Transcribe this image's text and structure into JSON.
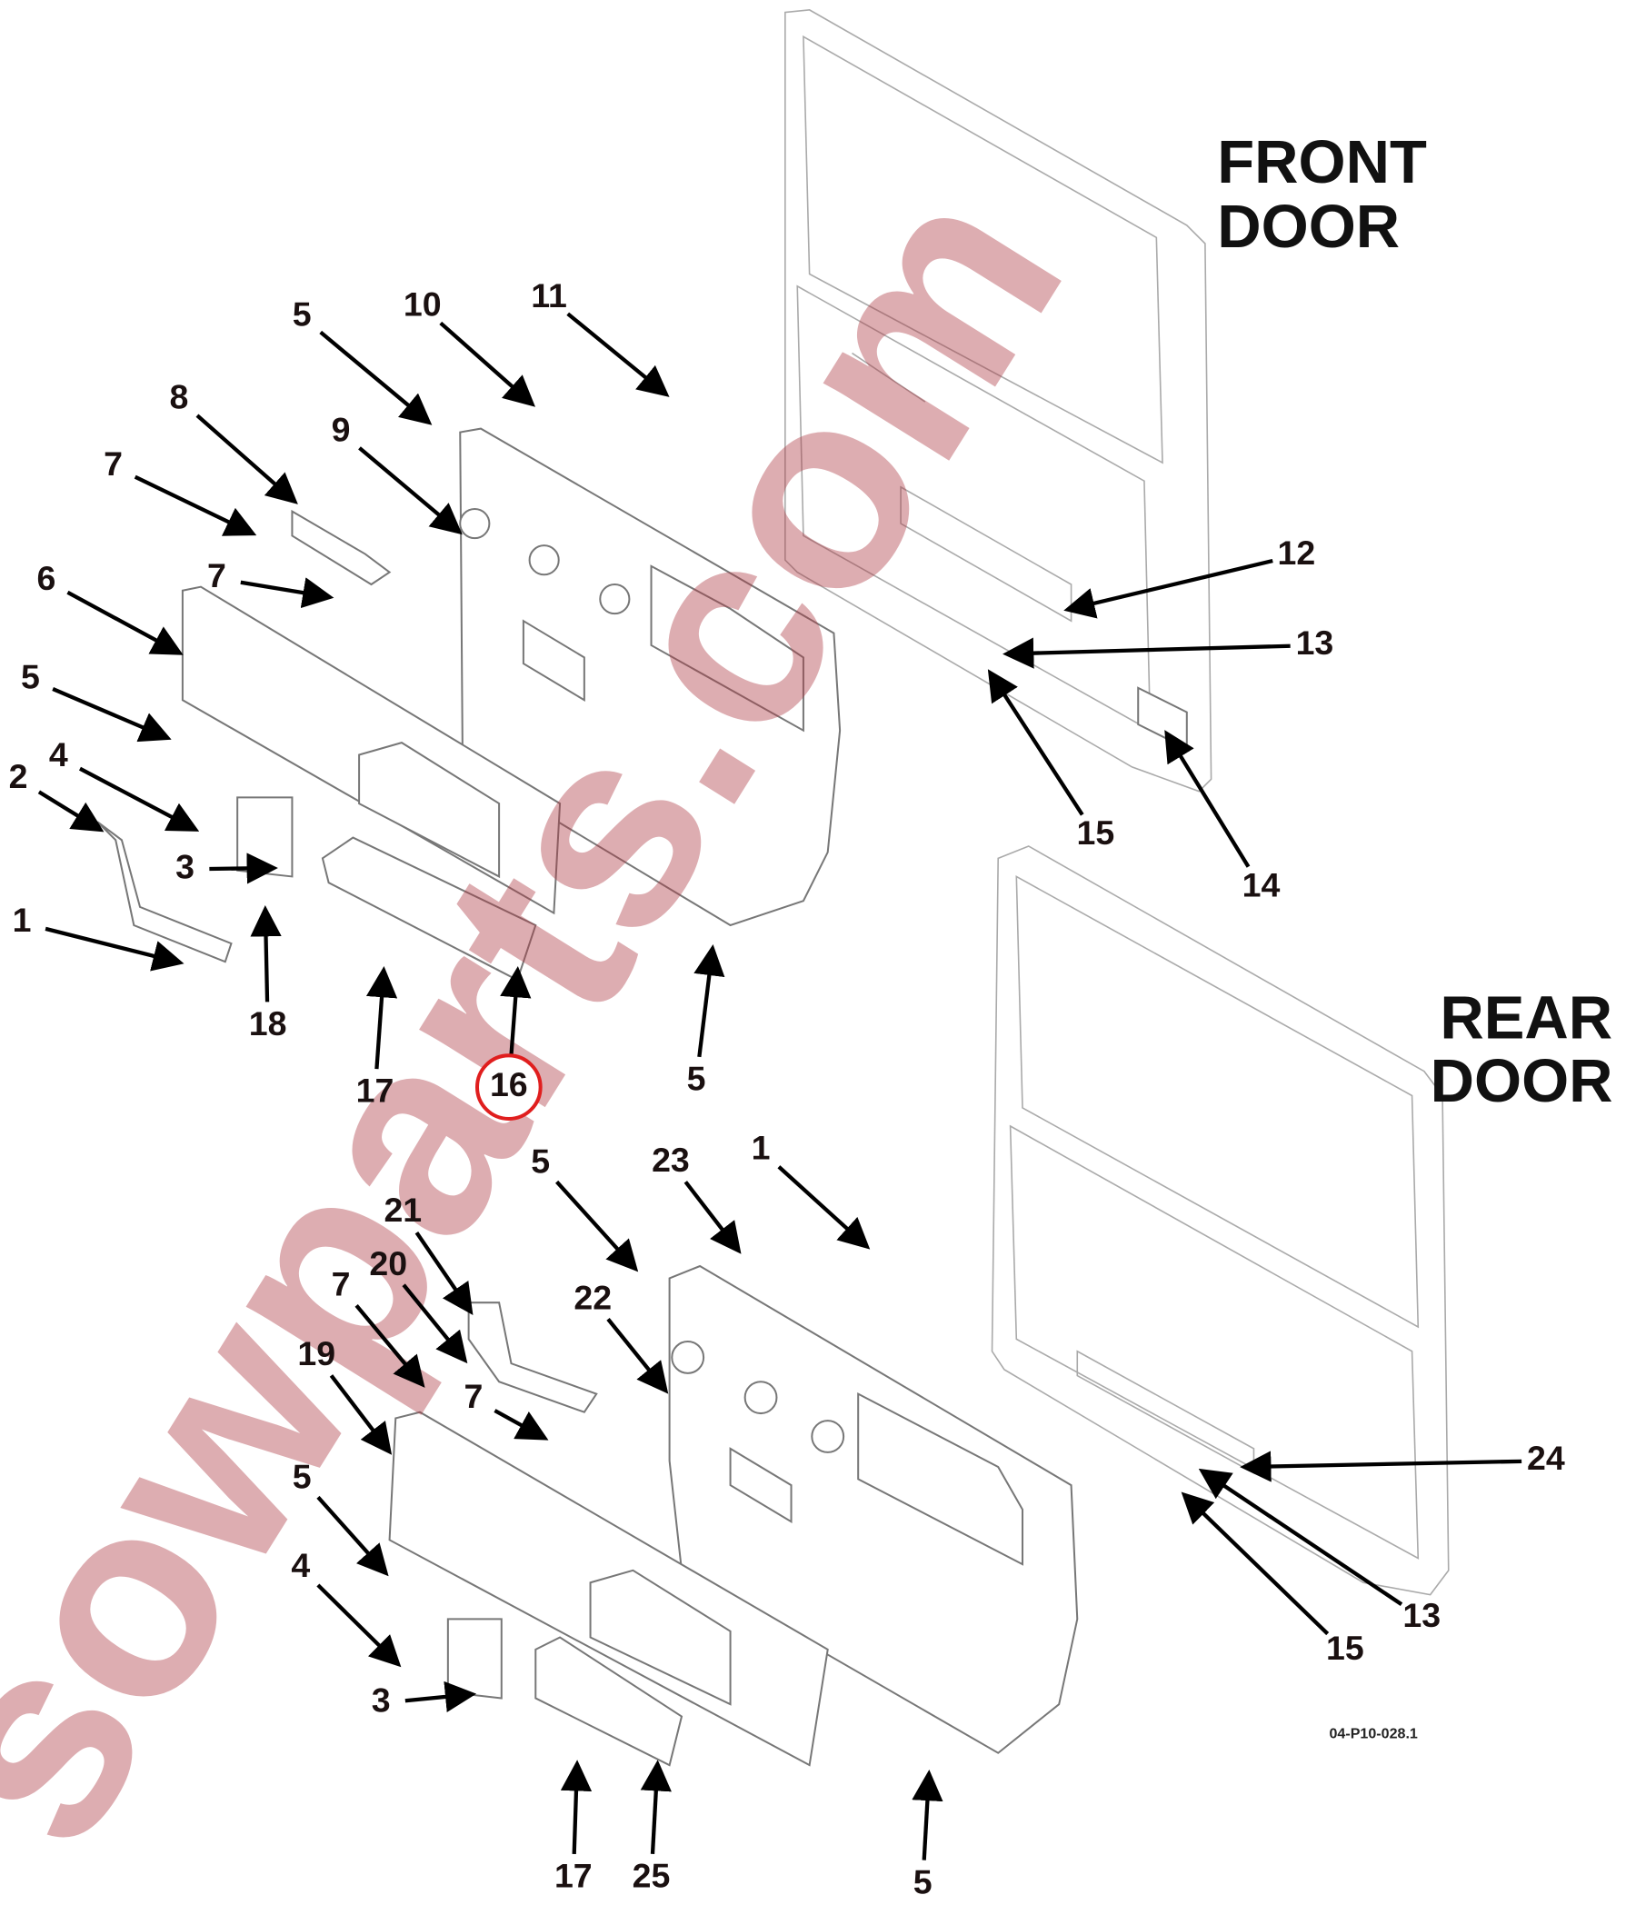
{
  "diagram": {
    "front_door_title": [
      "FRONT",
      "DOOR"
    ],
    "rear_door_title": [
      "REAR",
      "DOOR"
    ],
    "figure_code": "04-P10-028.1",
    "watermark": "sowparts.com",
    "highlighted_label": "16",
    "highlight_color": "#e01e1e",
    "labels": [
      "5",
      "10",
      "11",
      "8",
      "9",
      "7",
      "7",
      "6",
      "5",
      "4",
      "2",
      "3",
      "1",
      "18",
      "17",
      "16",
      "5",
      "12",
      "13",
      "15",
      "14",
      "5",
      "23",
      "1",
      "21",
      "20",
      "7",
      "22",
      "19",
      "7",
      "5",
      "4",
      "3",
      "24",
      "13",
      "15",
      "17",
      "25",
      "5"
    ]
  }
}
